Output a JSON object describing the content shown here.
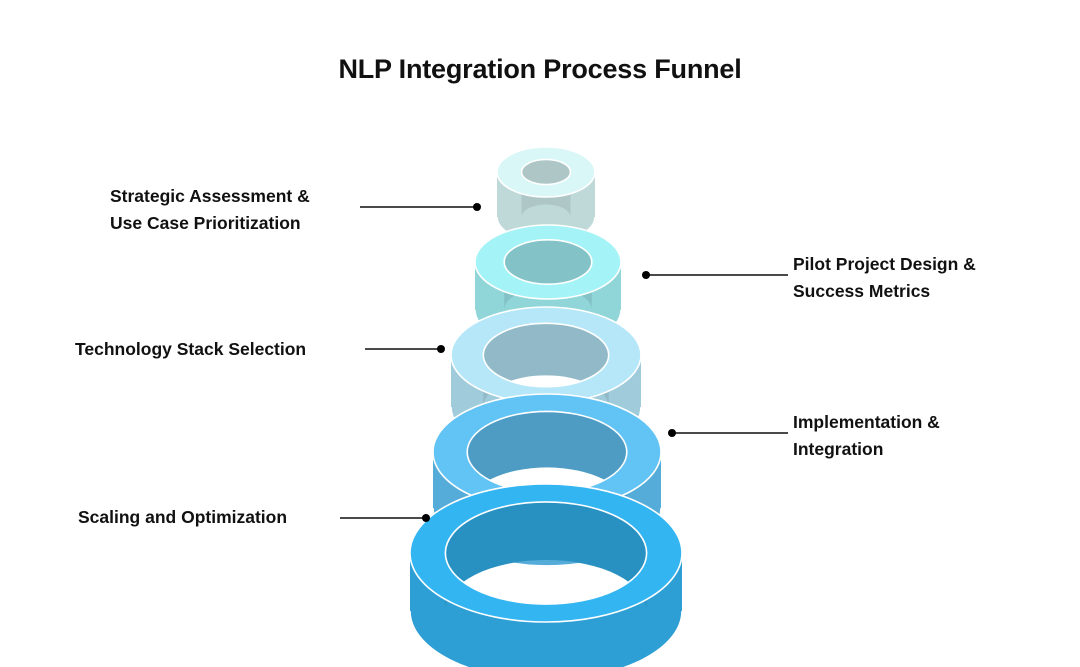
{
  "page": {
    "title": "NLP Integration Process Funnel",
    "background_color": "#ffffff",
    "title_color": "#111111",
    "connector_line_color": "#4a4a4a",
    "connector_dot_color": "#000000"
  },
  "chart_data": {
    "type": "funnel",
    "title": "NLP Integration Process Funnel",
    "orientation": "inverted-vertical-stack",
    "style": "stacked 3d rings (toruses) increasing in diameter top to bottom",
    "stage_count": 5,
    "stages": [
      {
        "index": 1,
        "label": "Strategic Assessment &\nUse Case Prioritization",
        "label_side": "left",
        "color": "#d9f7f7",
        "relative_width": 0.34
      },
      {
        "index": 2,
        "label": "Pilot Project Design &\nSuccess Metrics",
        "label_side": "right",
        "color": "#a4f3f7",
        "relative_width": 0.52
      },
      {
        "index": 3,
        "label": "Technology Stack Selection",
        "label_side": "left",
        "color": "#b5e7f9",
        "relative_width": 0.68
      },
      {
        "index": 4,
        "label": "Implementation &\nIntegration",
        "label_side": "right",
        "color": "#62c3f5",
        "relative_width": 0.84
      },
      {
        "index": 5,
        "label": "Scaling and Optimization",
        "label_side": "left",
        "color": "#33b5f2",
        "relative_width": 1.0
      }
    ]
  },
  "callouts": [
    {
      "text": "Strategic Assessment &\nUse Case Prioritization",
      "side": "left"
    },
    {
      "text": "Pilot Project Design &\nSuccess Metrics",
      "side": "right"
    },
    {
      "text": "Technology Stack Selection",
      "side": "left"
    },
    {
      "text": "Implementation &\nIntegration",
      "side": "right"
    },
    {
      "text": "Scaling and Optimization",
      "side": "left"
    }
  ]
}
